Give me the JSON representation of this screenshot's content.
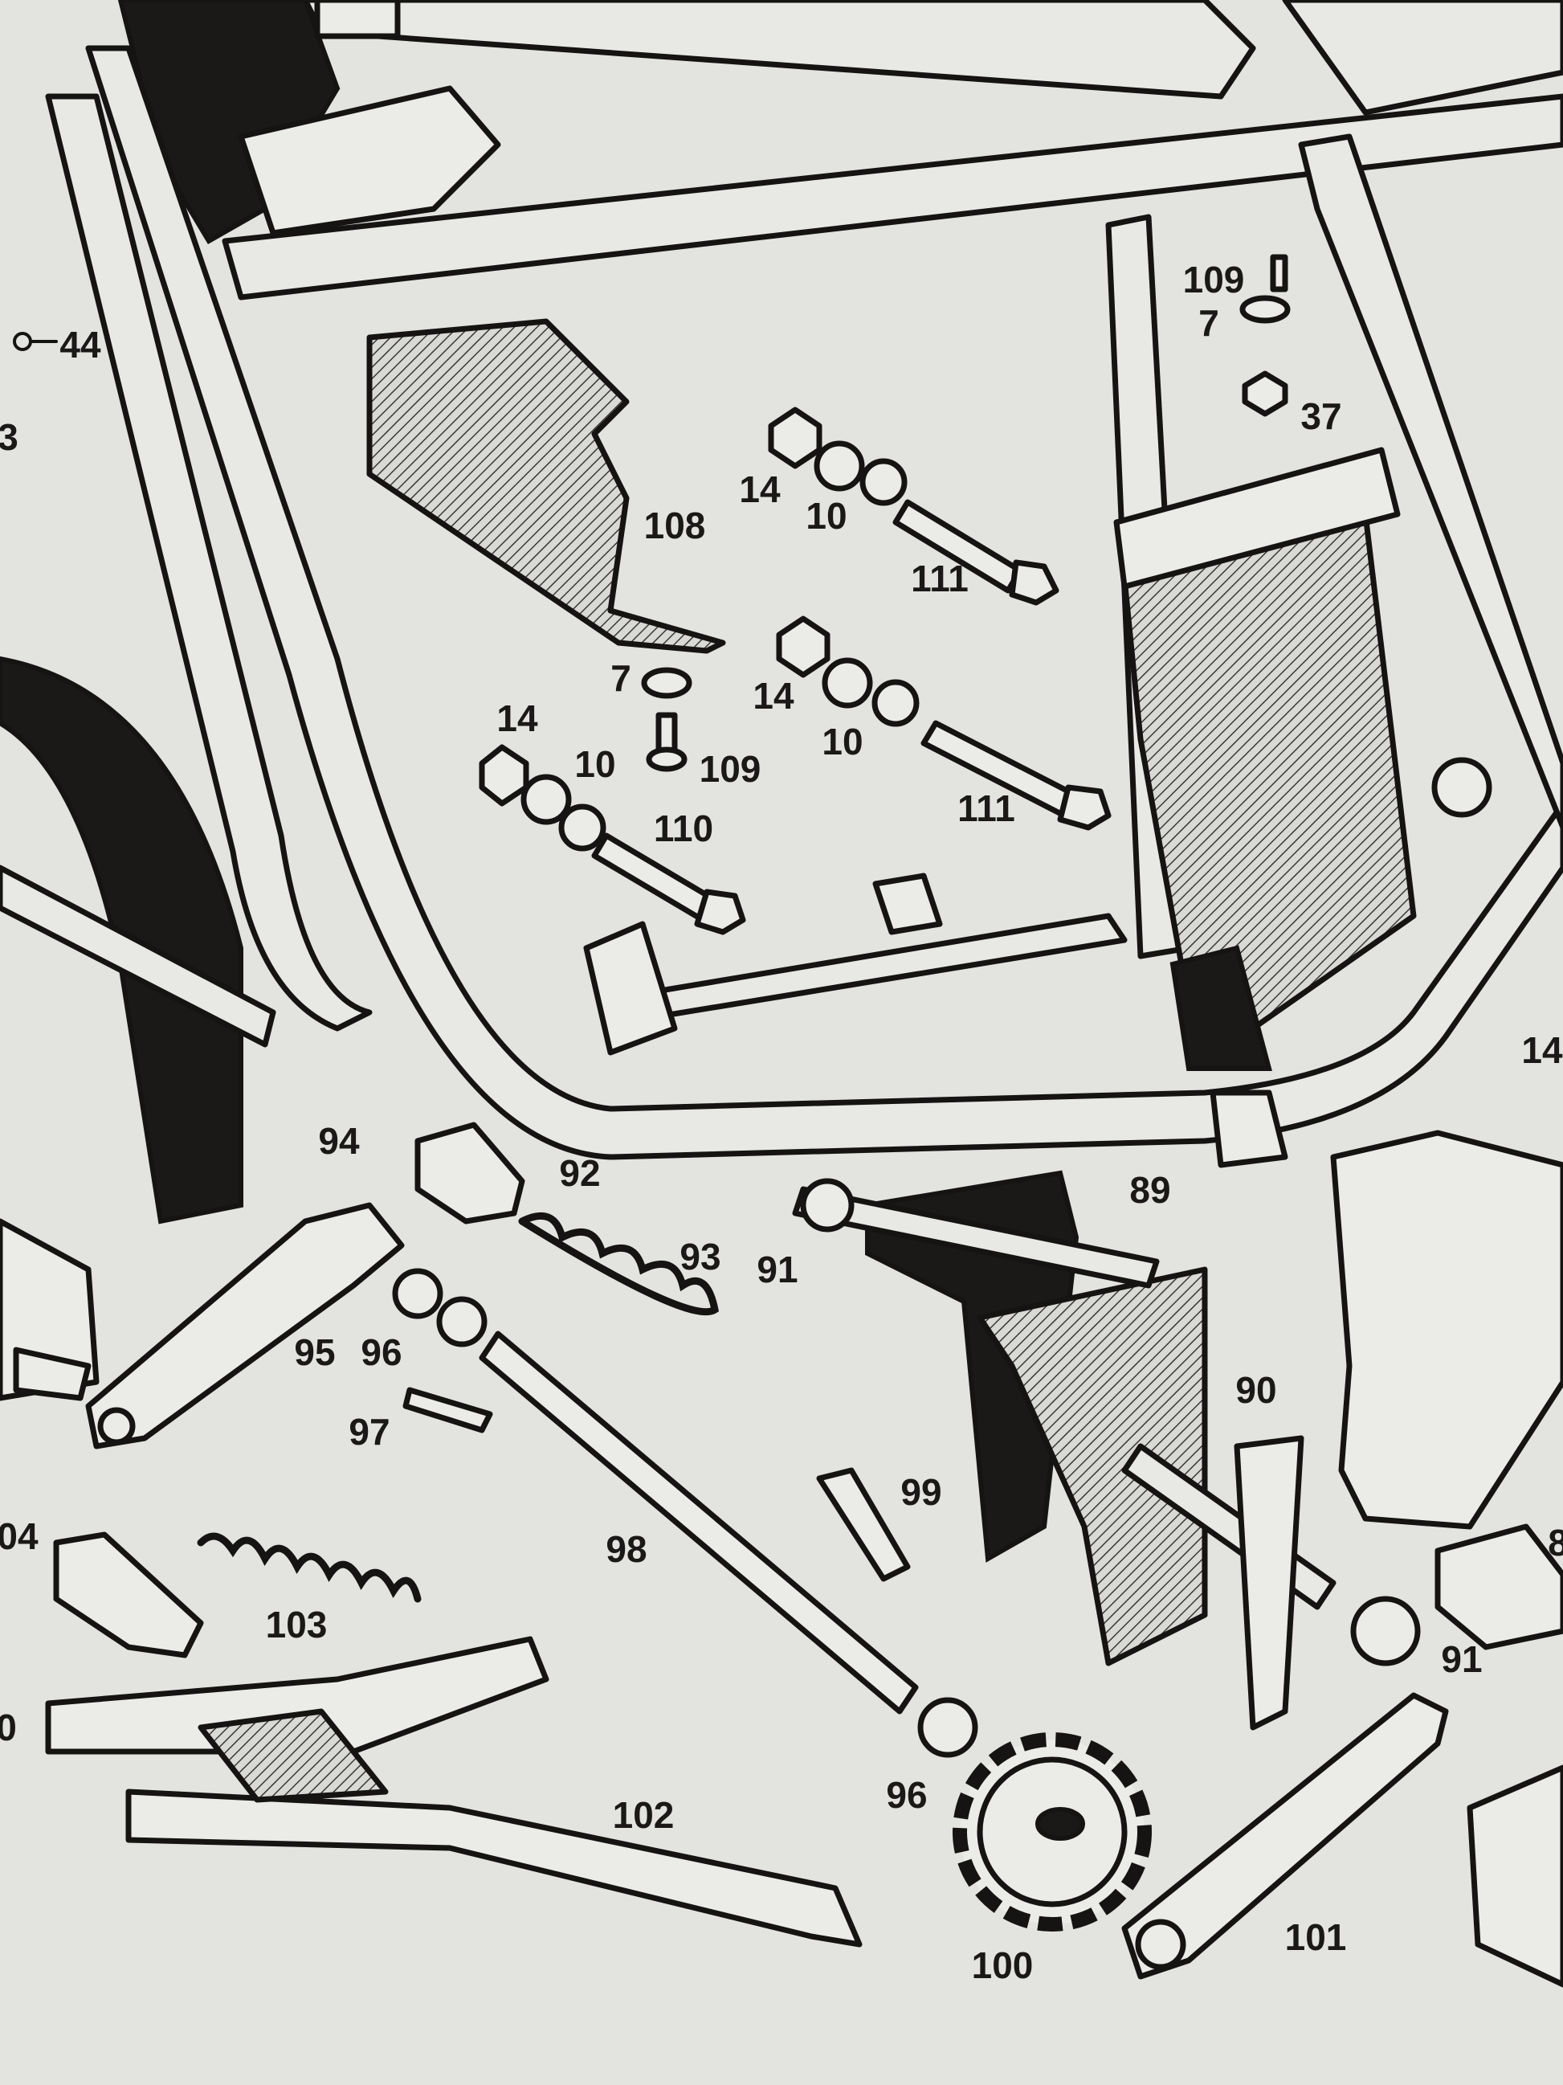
{
  "diagram": {
    "type": "exploded parts diagram",
    "labels": {
      "l44": "44",
      "l13": "3",
      "l108": "108",
      "l109a": "109",
      "l7a": "7",
      "l37": "37",
      "l14a": "14",
      "l10a": "10",
      "l111a": "111",
      "l7b": "7",
      "l14b": "14",
      "l10b": "10",
      "l109b": "109",
      "l14c": "14",
      "l10c": "10",
      "l111b": "111",
      "l110": "110",
      "l14d": "14",
      "l94": "94",
      "l92": "92",
      "l93": "93",
      "l89": "89",
      "l91a": "91",
      "l90": "90",
      "l95": "95",
      "l96a": "96",
      "l97": "97",
      "l99": "99",
      "l98": "98",
      "l104": "04",
      "l103": "103",
      "l91b": "91",
      "l8": "8",
      "l0": "0",
      "l96b": "96",
      "l102": "102",
      "l100": "100",
      "l101": "101"
    }
  }
}
